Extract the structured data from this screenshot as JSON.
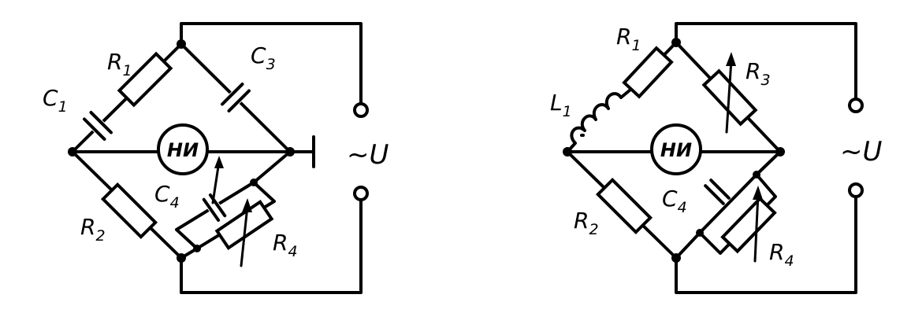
{
  "left": {
    "labels": {
      "R1": {
        "main": "R",
        "sub": "1"
      },
      "C1": {
        "main": "C",
        "sub": "1"
      },
      "C3": {
        "main": "C",
        "sub": "3"
      },
      "C4": {
        "main": "C",
        "sub": "4"
      },
      "R2": {
        "main": "R",
        "sub": "2"
      },
      "R4": {
        "main": "R",
        "sub": "4"
      }
    },
    "meter": "НИ",
    "source": "~U"
  },
  "right": {
    "labels": {
      "R1": {
        "main": "R",
        "sub": "1"
      },
      "L1": {
        "main": "L",
        "sub": "1"
      },
      "R3": {
        "main": "R",
        "sub": "3"
      },
      "C4": {
        "main": "C",
        "sub": "4"
      },
      "R2": {
        "main": "R",
        "sub": "2"
      },
      "R4": {
        "main": "R",
        "sub": "4"
      }
    },
    "meter": "НИ",
    "source": "~U"
  }
}
